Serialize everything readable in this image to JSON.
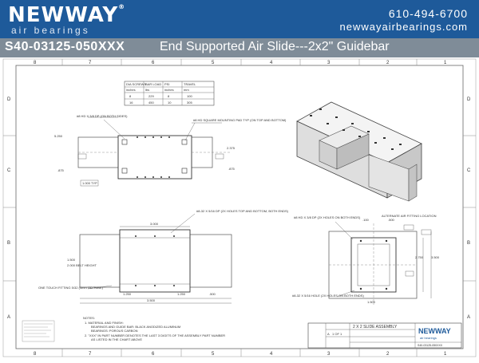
{
  "header": {
    "brand": "NEWWAY",
    "registered": "®",
    "tagline": "air bearings",
    "phone": "610-494-6700",
    "website": "newwayairbearings.com"
  },
  "title_bar": {
    "part_number": "S40-03125-050XXX",
    "description": "End Supported Air Slide---2x2\" Guidebar"
  },
  "drawing": {
    "zone_columns": [
      "8",
      "7",
      "6",
      "5",
      "4",
      "3",
      "2",
      "1"
    ],
    "zone_rows": [
      "D",
      "C",
      "B",
      "A"
    ],
    "table": {
      "headers": [
        "DIA SCREWS",
        "BAR LOAD",
        "PSI",
        "TRAVEL"
      ],
      "subheaders": [
        "inches",
        "lbs",
        "inches",
        "mm"
      ],
      "rows": [
        [
          "8",
          "229",
          "8",
          "100"
        ],
        [
          "16",
          "450",
          "10",
          "305"
        ]
      ]
    },
    "top_view": {
      "callout_left": "#8 HD X 3/8 DP (ON BOTH SIDES)",
      "callout_right": "#8 HD SQUARE MOUNTING PAD TYP (ON TOP AND BOTTOM)",
      "dims": [
        "5.250",
        "2.375",
        ".875",
        ".875",
        "1.000 TYP"
      ]
    },
    "front_view": {
      "callout": "#8-32 X 5/16 DP (2X HOLES TOP AND BOTTOM, BOTH ENDS)",
      "dims": [
        "3.000",
        "1.500",
        "1.250",
        "1.250",
        ".500",
        "3.500"
      ],
      "side_dim": "2.000 BELT HEIGHT",
      "note": "ONE TOUCH FITTING 5/32 (4mm OD TUBE)"
    },
    "end_view": {
      "callout_top": "#8 HD X 3/8 DP (2X HOLES ON BOTH ENDS)",
      "callout_bottom": "#8-32 X 5/16 HOLE (2X HOLES ON BOTH ENDS)",
      "label_right": "ALTERNATE AIR FITTING LOCATION",
      "dims": [
        "2.750",
        "3.500",
        "1.500",
        ".100",
        ".500"
      ]
    },
    "notes": {
      "heading": "NOTES:",
      "lines": [
        "1. MATERIAL AND FINISH:",
        "BEARINGS AND GUIDE BAR: BLACK ANODIZED ALUMINUM",
        "BEARINGS: POROUS CARBON",
        "2. \"XXX\" IN PART NUMBER DENOTES THE LAST 3 DIGITS OF THE ASSEMBLY PART NUMBER",
        "AS LISTED IN THE CHART ABOVE"
      ]
    },
    "title_block": {
      "title": "2 X 2 SLIDE ASSEMBLY",
      "logo": "NEWWAY",
      "logo_sub": "air bearings",
      "part": "S40-03125-050XXX",
      "size": "A",
      "sheet": "1 OF 1"
    }
  }
}
